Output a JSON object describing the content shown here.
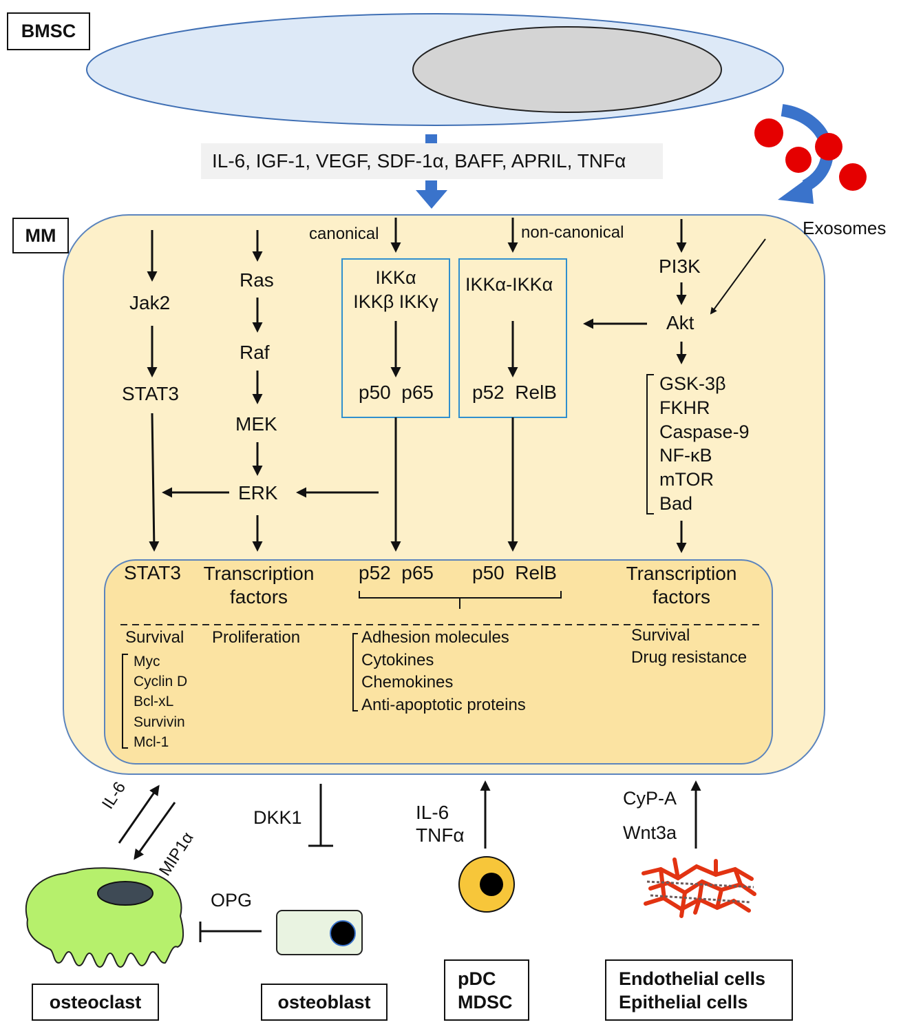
{
  "labels": {
    "bmsc": "BMSC",
    "mm": "MM",
    "exosomes": "Exosomes",
    "signals": "IL-6, IGF-1, VEGF, SDF-1α, BAFF, APRIL, TNFα"
  },
  "jak_pathway": {
    "jak2": "Jak2",
    "stat3": "STAT3"
  },
  "ras_pathway": {
    "ras": "Ras",
    "raf": "Raf",
    "mek": "MEK",
    "erk": "ERK"
  },
  "nfkb_pathway": {
    "canonical": "canonical",
    "non_canonical": "non-canonical",
    "ikk_canonical": [
      "IKKα",
      "IKKβ IKKγ"
    ],
    "p50_p65": "p50  p65",
    "ikk_noncanonical": "IKKα-IKKα",
    "p52_relb": "p52  RelB"
  },
  "pi3k_pathway": {
    "pi3k": "PI3K",
    "akt": "Akt",
    "targets": [
      "GSK-3β",
      "FKHR",
      "Caspase-9",
      "NF-κB",
      "mTOR",
      "Bad"
    ]
  },
  "nucleus": {
    "stat3": "STAT3",
    "tf_left": [
      "Transcription",
      "factors"
    ],
    "p52_p65": "p52  p65",
    "p50_relb": "p50  RelB",
    "tf_right": [
      "Transcription",
      "factors"
    ],
    "survival_left": "Survival",
    "proliferation": "Proliferation",
    "survival_genes": [
      "Myc",
      "Cyclin D",
      "Bcl-xL",
      "Survivin",
      "Mcl-1"
    ],
    "nfkb_targets": [
      "Adhesion molecules",
      "Cytokines",
      "Chemokines",
      "Anti-apoptotic proteins"
    ],
    "survival_right": "Survival",
    "drug_resistance": "Drug resistance"
  },
  "microenvironment": {
    "il6": "IL-6",
    "mip1a": "MIP1α",
    "dkk1": "DKK1",
    "opg": "OPG",
    "il6_tnfa": [
      "IL-6",
      "TNFα"
    ],
    "cypa": "CyP-A",
    "wnt3a": "Wnt3a"
  },
  "cells": {
    "osteoclast": "osteoclast",
    "osteoblast": "osteoblast",
    "pdc_mdsc": [
      "pDC",
      "MDSC"
    ],
    "endo_epi": [
      "Endothelial cells",
      "Epithelial cells"
    ]
  },
  "colors": {
    "bmsc_fill": "#dde9f7",
    "bmsc_stroke": "#3f6fb4",
    "nucleus_gray": "#d4d4d4",
    "mm_fill": "#fdf0c9",
    "mm_stroke": "#5b84bd",
    "inner_fill": "#fbe3a2",
    "arrow_blue": "#3a73cb",
    "exosome_red": "#e50000",
    "ikk_box_stroke": "#2f8fce",
    "osteoclast_green": "#b6f06c",
    "osteoblast_fill": "#e9f3e1",
    "pdc_yellow": "#f7c63a",
    "endothelial_red": "#e23312"
  }
}
